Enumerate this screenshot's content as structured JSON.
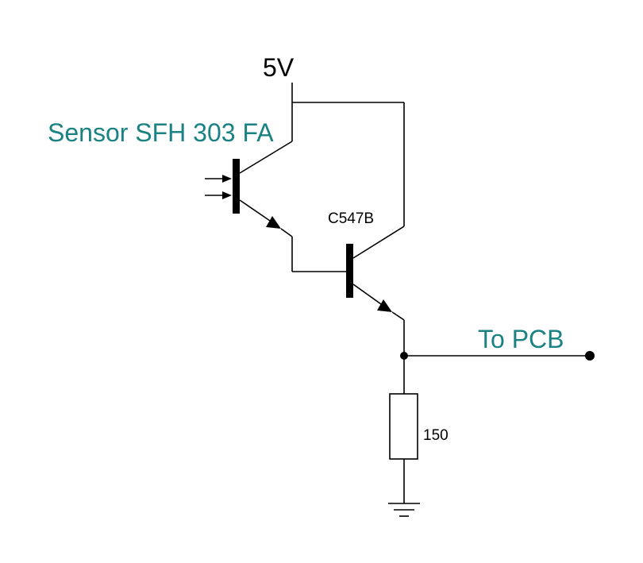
{
  "labels": {
    "supply": "5V",
    "sensor": "Sensor SFH 303 FA",
    "transistor": "C547B",
    "output": "To PCB",
    "resistor": "150"
  },
  "colors": {
    "wire": "#000000",
    "text": "#000000",
    "accent_text": "#1a8282"
  },
  "components": [
    {
      "type": "phototransistor",
      "label": "Sensor SFH 303 FA"
    },
    {
      "type": "npn-transistor",
      "label": "C547B"
    },
    {
      "type": "resistor",
      "label": "150"
    },
    {
      "type": "ground"
    },
    {
      "type": "output-terminal",
      "label": "To PCB"
    }
  ]
}
